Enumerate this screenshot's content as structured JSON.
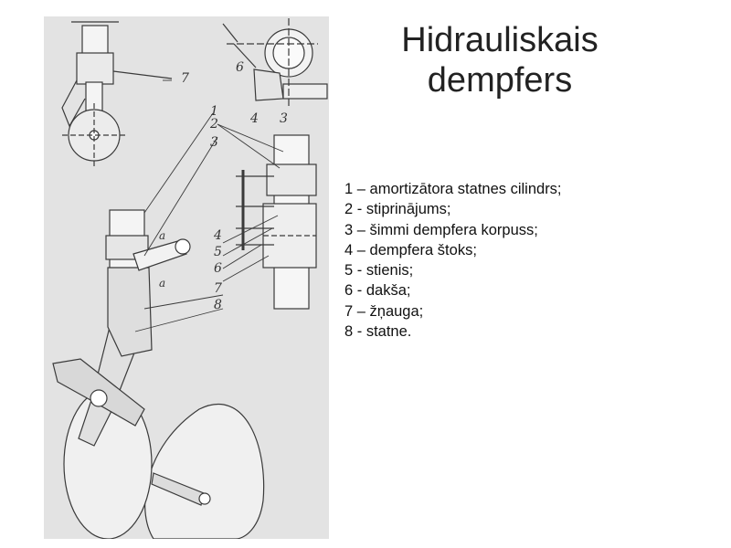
{
  "slide": {
    "title": "Hidrauliskais dempfers",
    "legend": [
      "1 – amortizātora statnes cilindrs;",
      "2 - stiprinājums;",
      "3 – šimmi dempfera korpuss;",
      "4 – dempfera štoks;",
      "5 - stienis;",
      "6 - dakša;",
      "7 – žņauga;",
      "8 - statne."
    ]
  },
  "figure": {
    "callouts": {
      "top_left_7": "7",
      "top_right_6": "6",
      "top_right_4": "4",
      "top_right_3": "3",
      "main_1": "1",
      "main_2": "2",
      "main_3": "3",
      "main_4": "4",
      "main_5": "5",
      "main_6": "6",
      "main_7": "7",
      "main_8": "8",
      "letter_a_upper": "a",
      "letter_a_lower": "a"
    },
    "colors": {
      "background": "#e3e3e3",
      "line": "#3a3a3a",
      "wheel": "#ececec"
    }
  }
}
